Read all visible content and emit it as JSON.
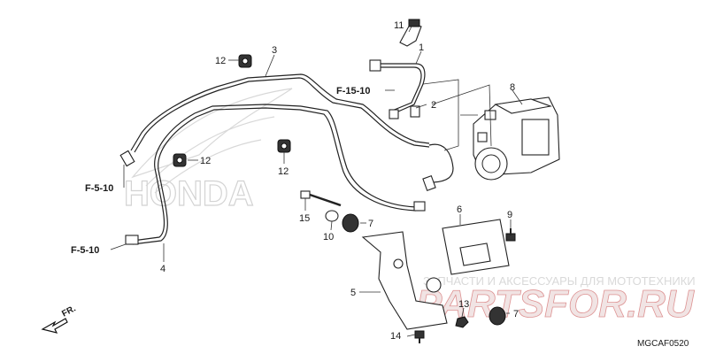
{
  "watermark": {
    "background_logo_text": "HONDA",
    "shop_text": "ЗАПЧАСТИ И АКСЕССУАРЫ ДЛЯ МОТОТЕХНИКИ",
    "shop_logo": "PARTSFOR.RU"
  },
  "diagram_code": "MGCAF0520",
  "front_indicator": "FR.",
  "references": [
    "F-15-10",
    "F-5-10",
    "F-5-10"
  ],
  "callouts": {
    "c1": "1",
    "c2": "2",
    "c3": "3",
    "c4": "4",
    "c5": "5",
    "c6": "6",
    "c7a": "7",
    "c7b": "7",
    "c8": "8",
    "c9": "9",
    "c10": "10",
    "c11": "11",
    "c12a": "12",
    "c12b": "12",
    "c12c": "12",
    "c13": "13",
    "c14": "14",
    "c15": "15"
  },
  "icons": {
    "front_arrow": "arrow-front-icon",
    "abs_modulator": "abs-modulator-icon"
  }
}
